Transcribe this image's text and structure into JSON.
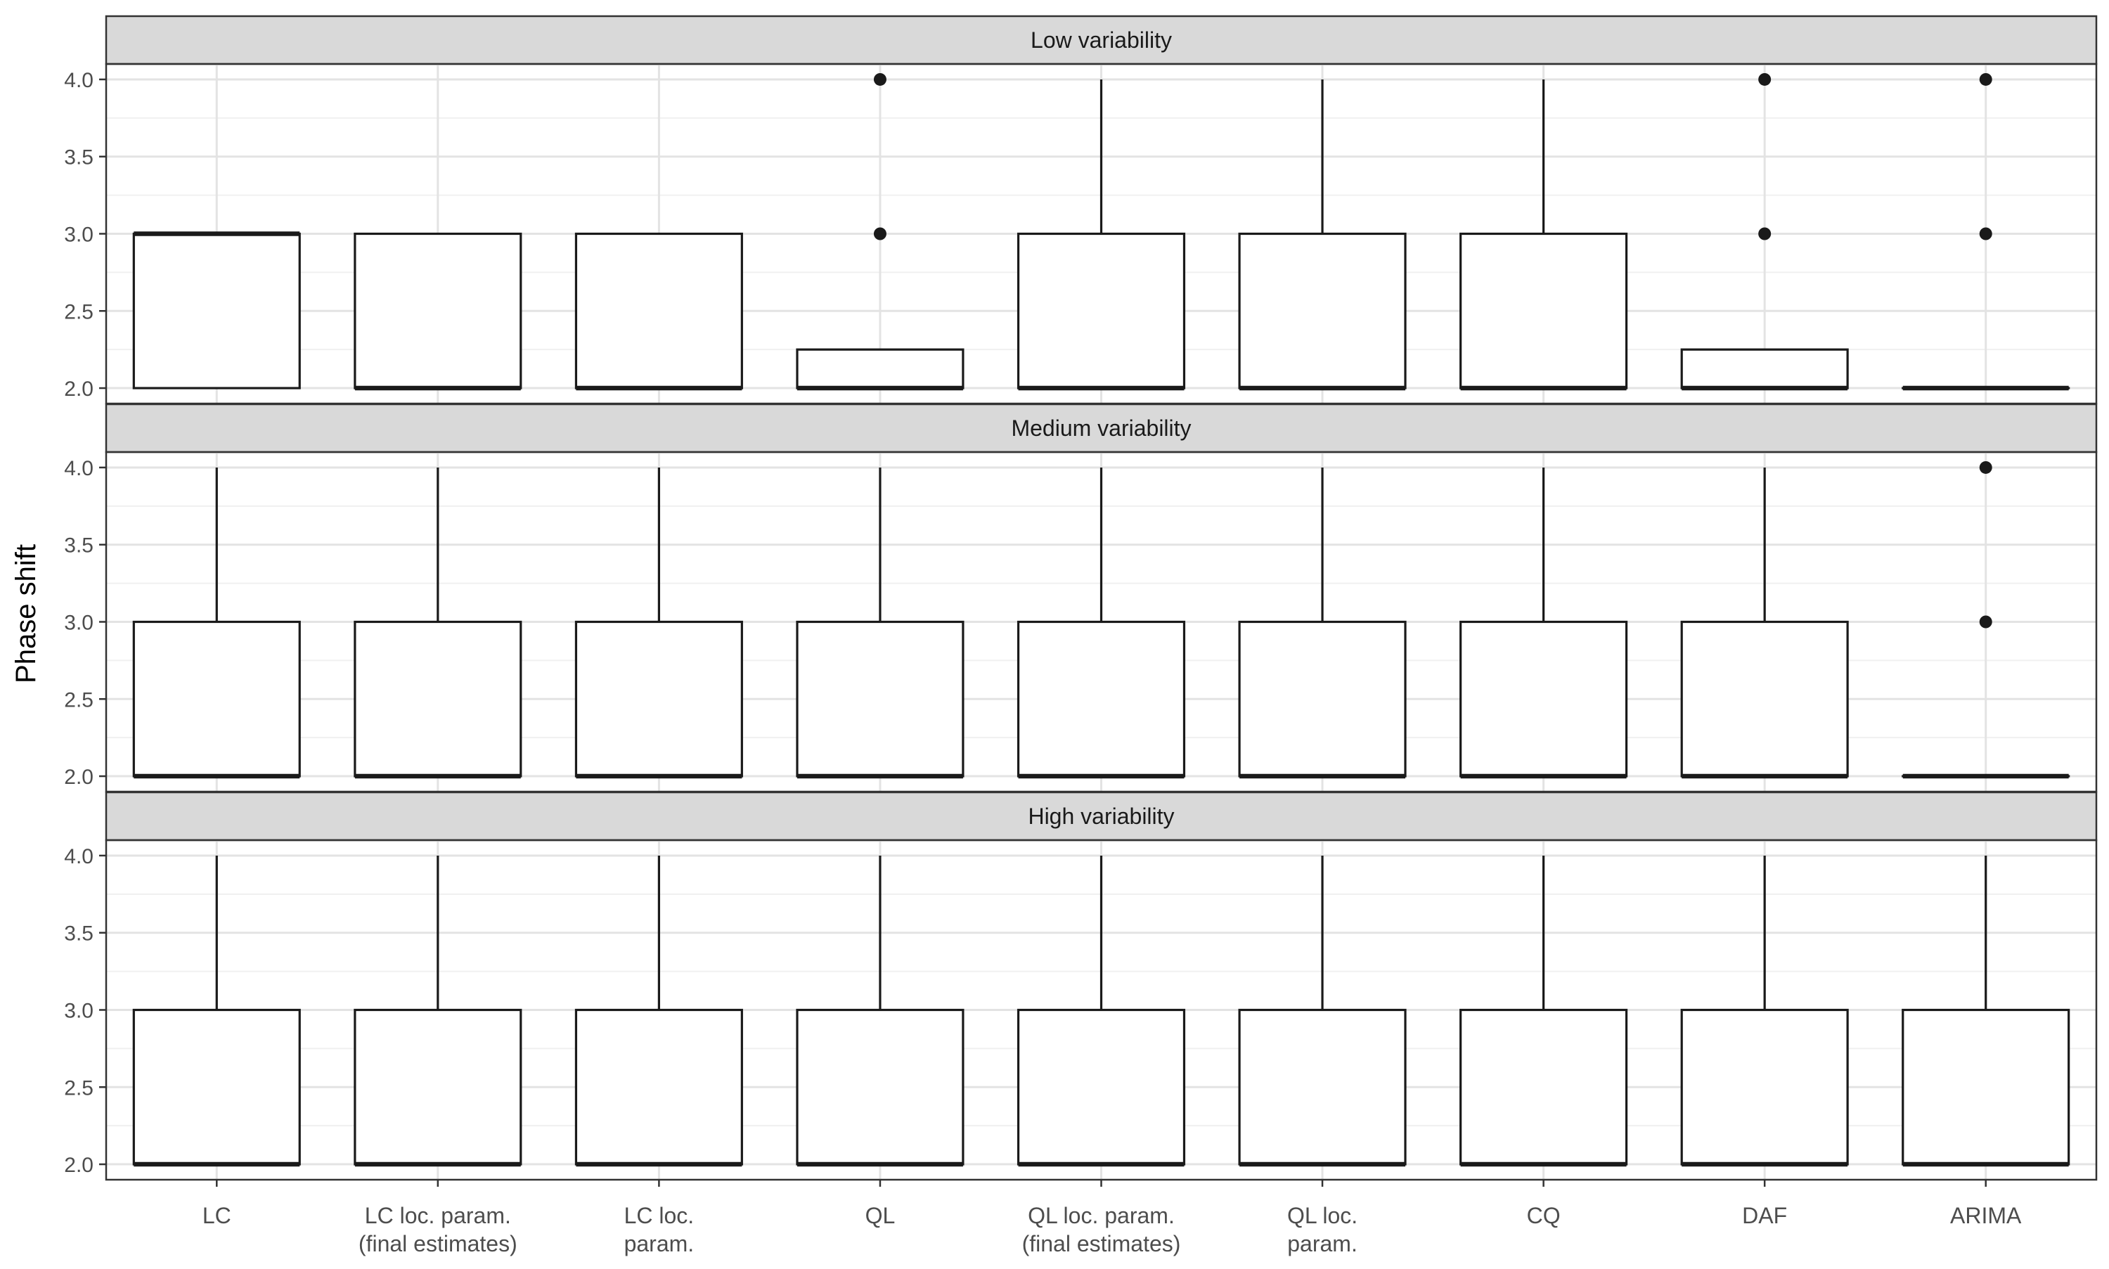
{
  "chart_data": {
    "type": "boxplot",
    "ylabel": "Phase shift",
    "ylim": [
      1.9,
      4.1
    ],
    "yticks": [
      "2.0",
      "2.5",
      "3.0",
      "3.5",
      "4.0"
    ],
    "categories": [
      [
        "LC"
      ],
      [
        "LC loc. param.",
        "(final estimates)"
      ],
      [
        "LC loc.",
        "param."
      ],
      [
        "QL"
      ],
      [
        "QL loc. param.",
        "(final estimates)"
      ],
      [
        "QL loc.",
        "param."
      ],
      [
        "CQ"
      ],
      [
        "DAF"
      ],
      [
        "ARIMA"
      ]
    ],
    "grid": true,
    "panels": [
      {
        "title": "Low variability",
        "boxes": [
          {
            "lower": 2,
            "q1": 2,
            "median": 3,
            "q3": 3,
            "upper": 3,
            "outliers": []
          },
          {
            "lower": 2,
            "q1": 2,
            "median": 2,
            "q3": 3,
            "upper": 3,
            "outliers": []
          },
          {
            "lower": 2,
            "q1": 2,
            "median": 2,
            "q3": 3,
            "upper": 3,
            "outliers": []
          },
          {
            "lower": 2,
            "q1": 2,
            "median": 2,
            "q3": 2.25,
            "upper": 2.25,
            "outliers": [
              3,
              4
            ]
          },
          {
            "lower": 2,
            "q1": 2,
            "median": 2,
            "q3": 3,
            "upper": 4,
            "outliers": []
          },
          {
            "lower": 2,
            "q1": 2,
            "median": 2,
            "q3": 3,
            "upper": 4,
            "outliers": []
          },
          {
            "lower": 2,
            "q1": 2,
            "median": 2,
            "q3": 3,
            "upper": 4,
            "outliers": []
          },
          {
            "lower": 2,
            "q1": 2,
            "median": 2,
            "q3": 2.25,
            "upper": 2.25,
            "outliers": [
              3,
              4
            ]
          },
          {
            "lower": 2,
            "q1": 2,
            "median": 2,
            "q3": 2,
            "upper": 2,
            "outliers": [
              3,
              4
            ]
          }
        ]
      },
      {
        "title": "Medium  variability",
        "boxes": [
          {
            "lower": 2,
            "q1": 2,
            "median": 2,
            "q3": 3,
            "upper": 4,
            "outliers": []
          },
          {
            "lower": 2,
            "q1": 2,
            "median": 2,
            "q3": 3,
            "upper": 4,
            "outliers": []
          },
          {
            "lower": 2,
            "q1": 2,
            "median": 2,
            "q3": 3,
            "upper": 4,
            "outliers": []
          },
          {
            "lower": 2,
            "q1": 2,
            "median": 2,
            "q3": 3,
            "upper": 4,
            "outliers": []
          },
          {
            "lower": 2,
            "q1": 2,
            "median": 2,
            "q3": 3,
            "upper": 4,
            "outliers": []
          },
          {
            "lower": 2,
            "q1": 2,
            "median": 2,
            "q3": 3,
            "upper": 4,
            "outliers": []
          },
          {
            "lower": 2,
            "q1": 2,
            "median": 2,
            "q3": 3,
            "upper": 4,
            "outliers": []
          },
          {
            "lower": 2,
            "q1": 2,
            "median": 2,
            "q3": 3,
            "upper": 4,
            "outliers": []
          },
          {
            "lower": 2,
            "q1": 2,
            "median": 2,
            "q3": 2,
            "upper": 2,
            "outliers": [
              3,
              4
            ]
          }
        ]
      },
      {
        "title": "High variability",
        "boxes": [
          {
            "lower": 2,
            "q1": 2,
            "median": 2,
            "q3": 3,
            "upper": 4,
            "outliers": []
          },
          {
            "lower": 2,
            "q1": 2,
            "median": 2,
            "q3": 3,
            "upper": 4,
            "outliers": []
          },
          {
            "lower": 2,
            "q1": 2,
            "median": 2,
            "q3": 3,
            "upper": 4,
            "outliers": []
          },
          {
            "lower": 2,
            "q1": 2,
            "median": 2,
            "q3": 3,
            "upper": 4,
            "outliers": []
          },
          {
            "lower": 2,
            "q1": 2,
            "median": 2,
            "q3": 3,
            "upper": 4,
            "outliers": []
          },
          {
            "lower": 2,
            "q1": 2,
            "median": 2,
            "q3": 3,
            "upper": 4,
            "outliers": []
          },
          {
            "lower": 2,
            "q1": 2,
            "median": 2,
            "q3": 3,
            "upper": 4,
            "outliers": []
          },
          {
            "lower": 2,
            "q1": 2,
            "median": 2,
            "q3": 3,
            "upper": 4,
            "outliers": []
          },
          {
            "lower": 2,
            "q1": 2,
            "median": 2,
            "q3": 3,
            "upper": 4,
            "outliers": []
          }
        ]
      }
    ]
  }
}
